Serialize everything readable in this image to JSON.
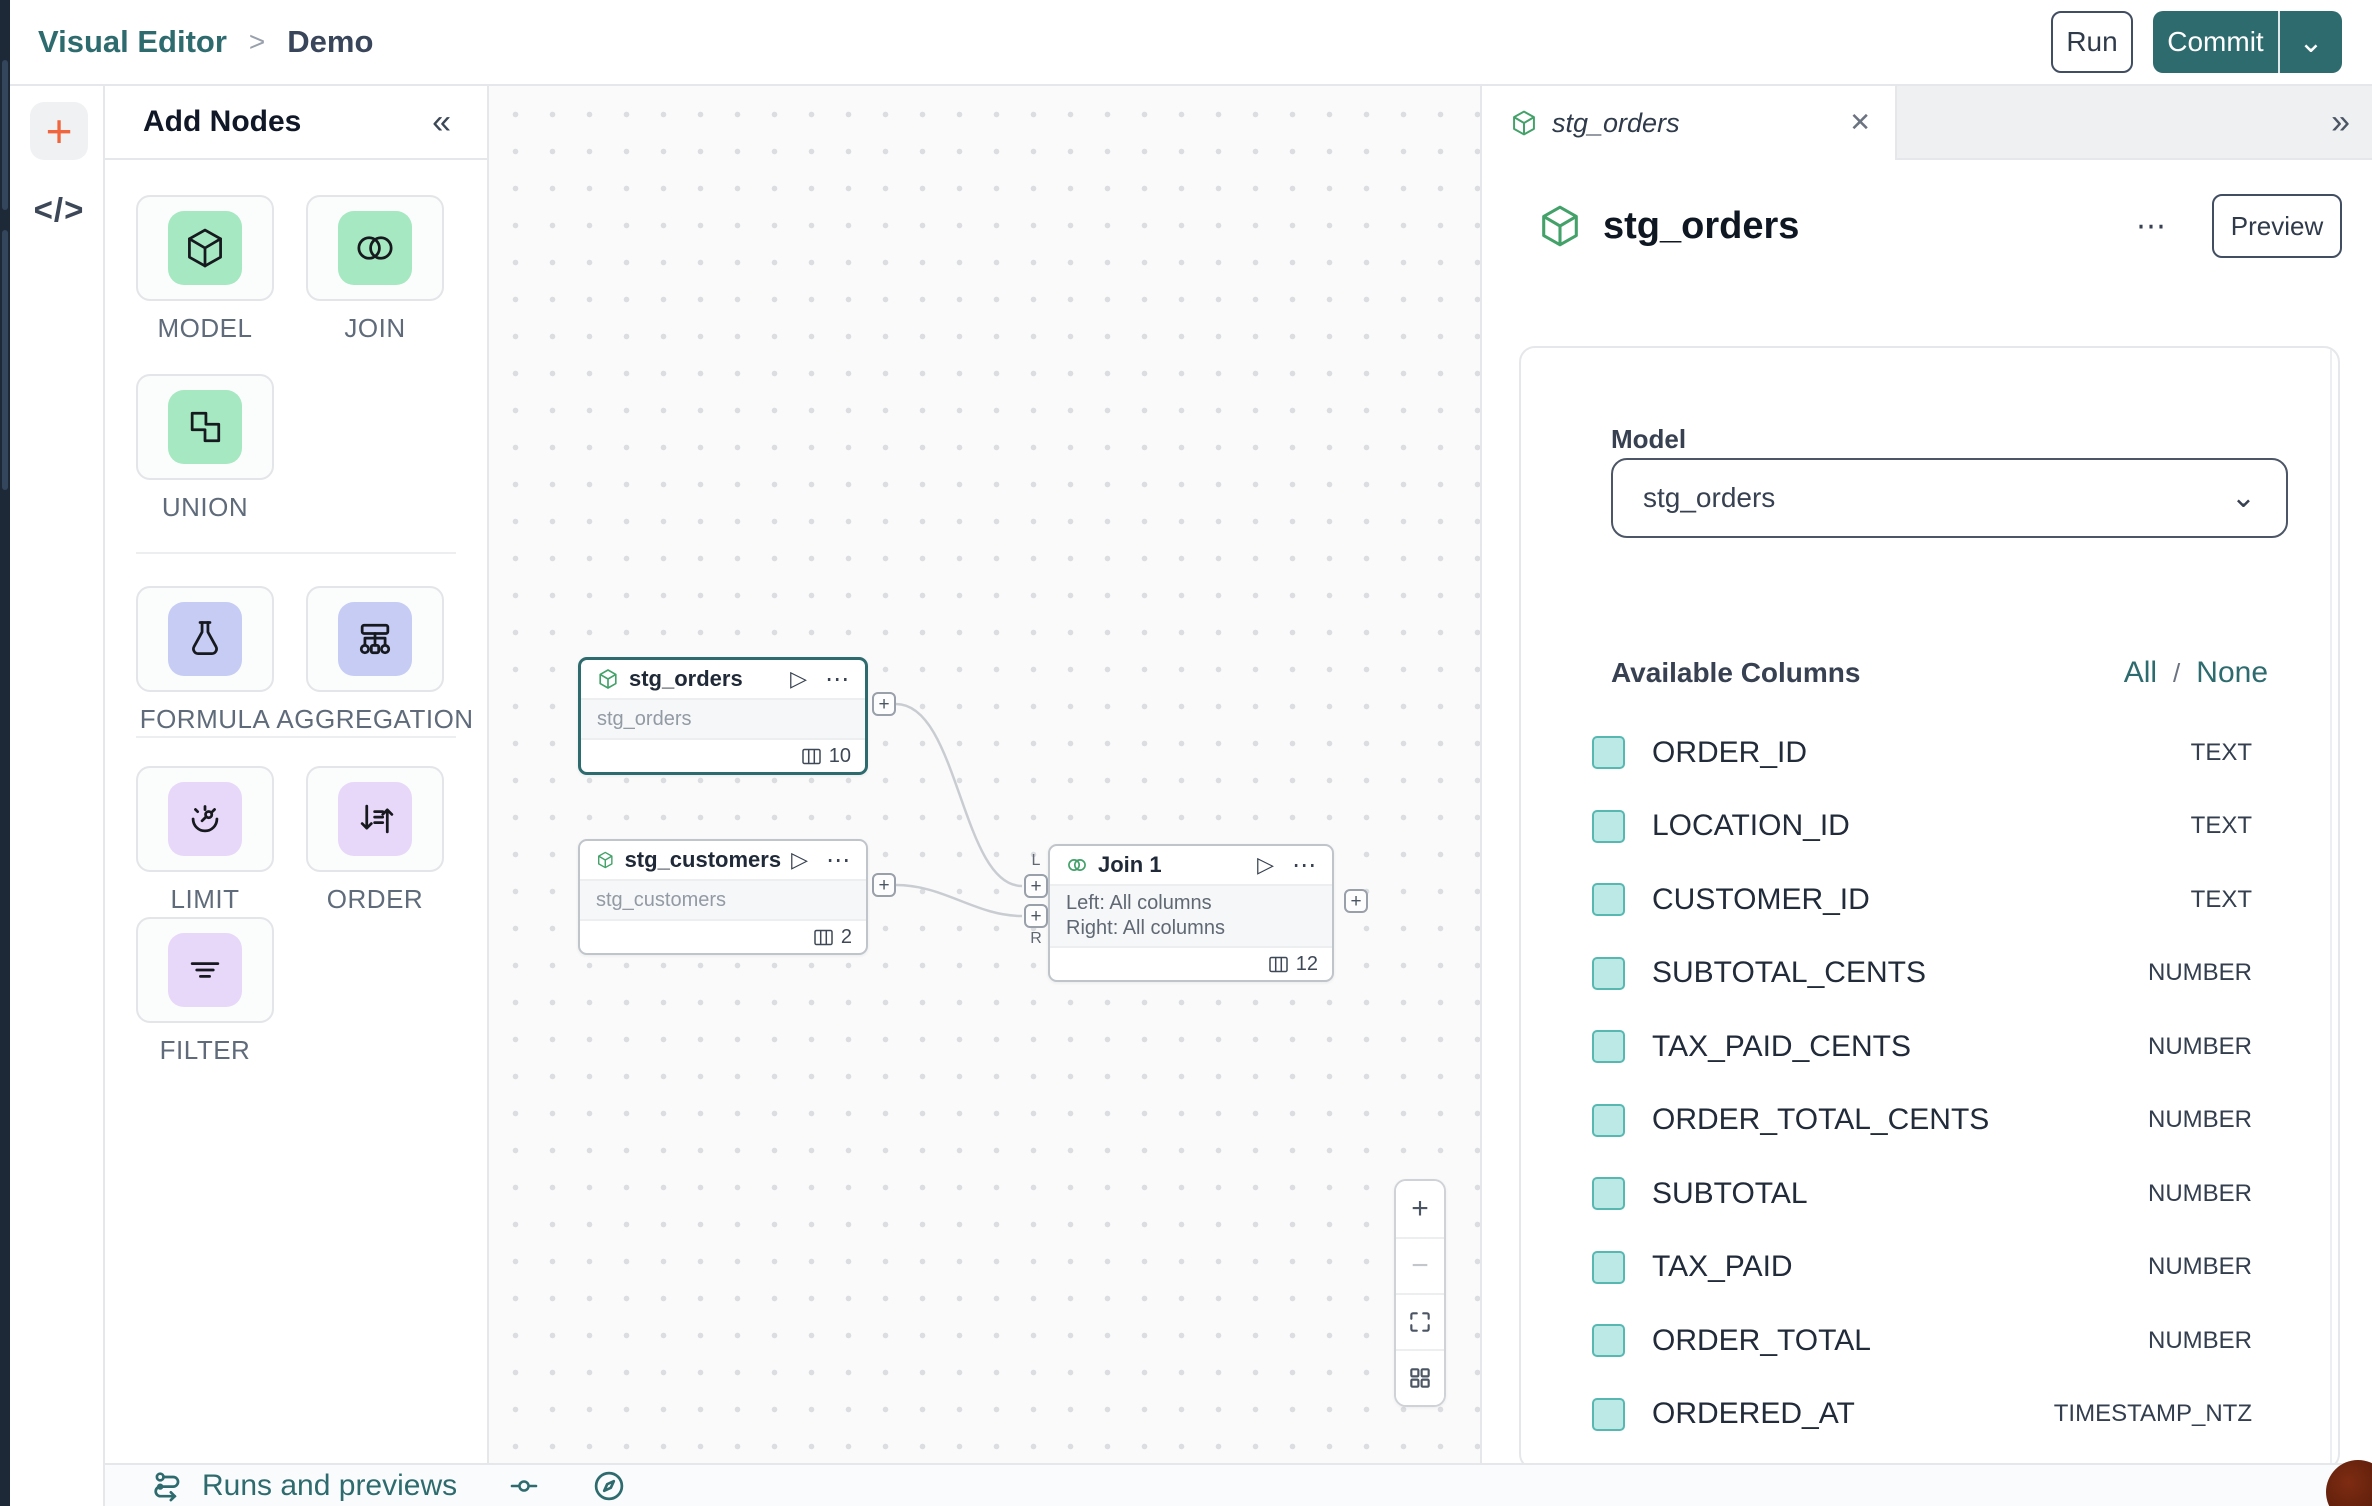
{
  "topbar": {
    "breadcrumb": {
      "section": "Visual Editor",
      "separator": ">",
      "page": "Demo"
    },
    "run_label": "Run",
    "commit_label": "Commit"
  },
  "left_rail": {
    "add_label": "+",
    "code_label": "</>"
  },
  "add_nodes": {
    "title": "Add Nodes",
    "collapse_icon": "«",
    "items": [
      {
        "label": "MODEL"
      },
      {
        "label": "JOIN"
      },
      {
        "label": "UNION"
      },
      {
        "label": "FORMULA"
      },
      {
        "label": "AGGREGATION"
      },
      {
        "label": "LIMIT"
      },
      {
        "label": "ORDER"
      },
      {
        "label": "FILTER"
      }
    ]
  },
  "canvas": {
    "nodes": {
      "stg_orders": {
        "title": "stg_orders",
        "subtitle": "stg_orders",
        "column_count": "10"
      },
      "stg_customers": {
        "title": "stg_customers",
        "subtitle": "stg_customers",
        "column_count": "2"
      },
      "join": {
        "title": "Join 1",
        "left_line": "Left: All columns",
        "right_line": "Right: All columns",
        "column_count": "12",
        "left_port_label": "L",
        "right_port_label": "R"
      }
    }
  },
  "right_panel": {
    "tab": {
      "title": "stg_orders"
    },
    "header": {
      "title": "stg_orders",
      "preview_label": "Preview"
    },
    "model": {
      "label": "Model",
      "value": "stg_orders"
    },
    "columns": {
      "title": "Available Columns",
      "all_label": "All",
      "slash": "/",
      "none_label": "None",
      "rows": [
        {
          "name": "ORDER_ID",
          "type": "TEXT"
        },
        {
          "name": "LOCATION_ID",
          "type": "TEXT"
        },
        {
          "name": "CUSTOMER_ID",
          "type": "TEXT"
        },
        {
          "name": "SUBTOTAL_CENTS",
          "type": "NUMBER"
        },
        {
          "name": "TAX_PAID_CENTS",
          "type": "NUMBER"
        },
        {
          "name": "ORDER_TOTAL_CENTS",
          "type": "NUMBER"
        },
        {
          "name": "SUBTOTAL",
          "type": "NUMBER"
        },
        {
          "name": "TAX_PAID",
          "type": "NUMBER"
        },
        {
          "name": "ORDER_TOTAL",
          "type": "NUMBER"
        },
        {
          "name": "ORDERED_AT",
          "type": "TIMESTAMP_NTZ"
        }
      ]
    }
  },
  "bottom_bar": {
    "runs_label": "Runs and previews"
  },
  "icons": {
    "breadcrumb_sep": ">",
    "collapse": "«",
    "expand": "»",
    "close": "✕",
    "play": "▷",
    "more": "⋯",
    "chevron_down": "⌄",
    "plus": "+",
    "minus": "−",
    "code": "</>"
  },
  "colors": {
    "accent_teal": "#2E6B6E",
    "green_tile": "#A5E8C1",
    "periwinkle_tile": "#C6CCF4",
    "purple_tile": "#E7D7F9",
    "node_icon_green": "#43A169",
    "checkbox_fill": "#BCE9E6",
    "checkbox_border": "#57B8B2",
    "rail_plus_orange": "#F0653E"
  }
}
